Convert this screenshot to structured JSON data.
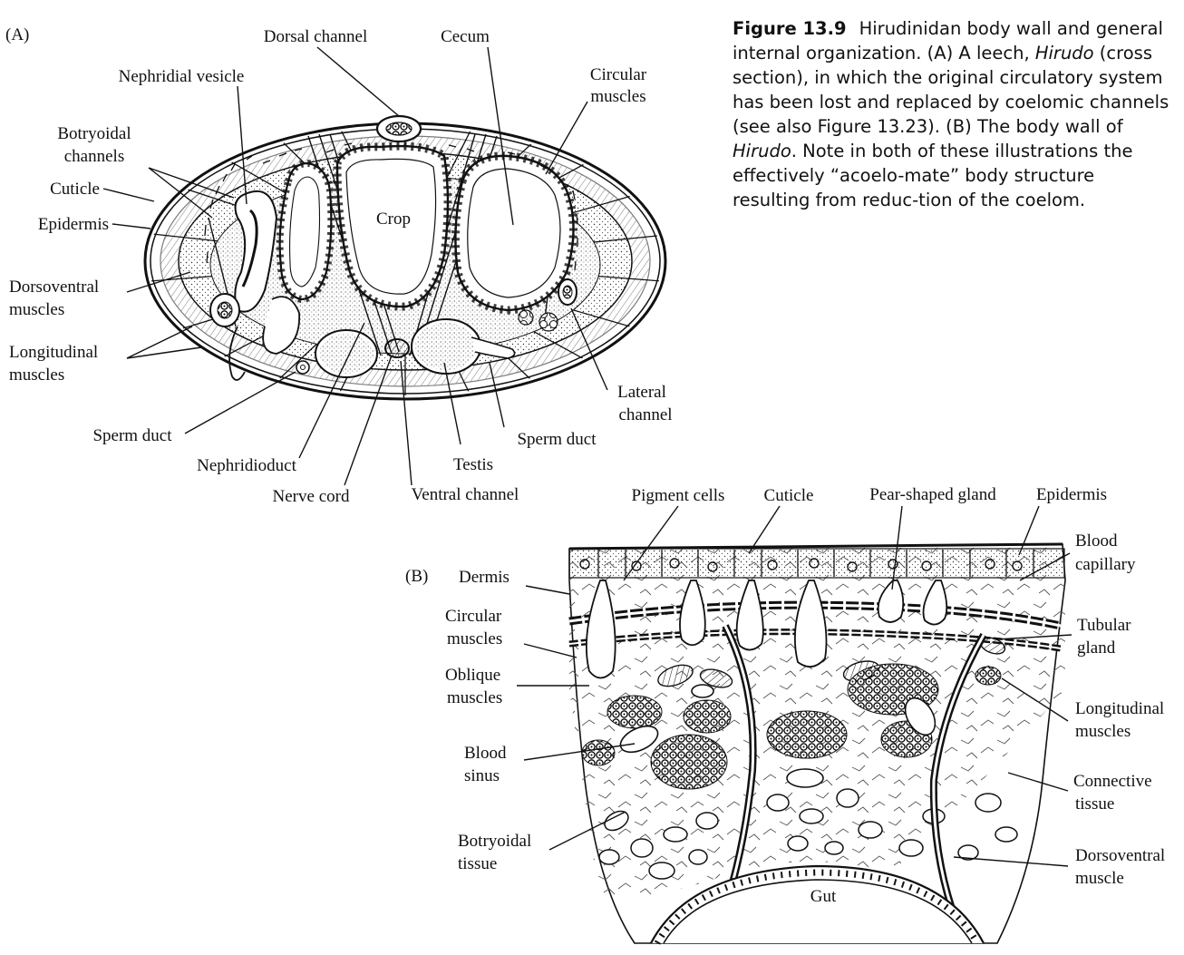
{
  "caption": {
    "figure_number": "Figure 13.9",
    "text_1": "Hirudinidan body wall and general internal organization. (A) A leech, ",
    "genus_1": "Hirudo",
    "text_2": " (cross section), in which the original circulatory system has been lost and replaced by coelomic channels (see also Figure 13.23). (B) The body wall of ",
    "genus_2": "Hirudo",
    "text_3": ". Note in both of these illustrations the effectively “acoelo-mate” body structure resulting from reduc-tion of the coelom."
  },
  "panel_a": {
    "panel_label": "(A)",
    "labels": {
      "dorsal_channel": "Dorsal channel",
      "cecum": "Cecum",
      "nephridial_vesicle": "Nephridial vesicle",
      "circular_muscles_1": "Circular",
      "circular_muscles_2": "muscles",
      "botryoidal_channels_1": "Botryoidal",
      "botryoidal_channels_2": "channels",
      "cuticle": "Cuticle",
      "epidermis": "Epidermis",
      "crop": "Crop",
      "dorsoventral_muscles_1": "Dorsoventral",
      "dorsoventral_muscles_2": "muscles",
      "longitudinal_muscles_1": "Longitudinal",
      "longitudinal_muscles_2": "muscles",
      "lateral_channel_1": "Lateral",
      "lateral_channel_2": "channel",
      "sperm_duct_left": "Sperm duct",
      "sperm_duct_right": "Sperm duct",
      "testis": "Testis",
      "nephridioduct": "Nephridioduct",
      "nerve_cord": "Nerve cord",
      "ventral_channel": "Ventral channel"
    }
  },
  "panel_b": {
    "panel_label": "(B)",
    "labels": {
      "pigment_cells": "Pigment cells",
      "cuticle": "Cuticle",
      "pear_shaped_gland": "Pear-shaped gland",
      "epidermis": "Epidermis",
      "blood_capillary_1": "Blood",
      "blood_capillary_2": "capillary",
      "dermis": "Dermis",
      "circular_muscles_1": "Circular",
      "circular_muscles_2": "muscles",
      "tubular_gland_1": "Tubular",
      "tubular_gland_2": "gland",
      "oblique_muscles_1": "Oblique",
      "oblique_muscles_2": "muscles",
      "longitudinal_muscles_1": "Longitudinal",
      "longitudinal_muscles_2": "muscles",
      "blood_sinus_1": "Blood",
      "blood_sinus_2": "sinus",
      "connective_tissue_1": "Connective",
      "connective_tissue_2": "tissue",
      "botryoidal_tissue_1": "Botryoidal",
      "botryoidal_tissue_2": "tissue",
      "dorsoventral_muscle_1": "Dorsoventral",
      "dorsoventral_muscle_2": "muscle",
      "gut": "Gut"
    }
  }
}
